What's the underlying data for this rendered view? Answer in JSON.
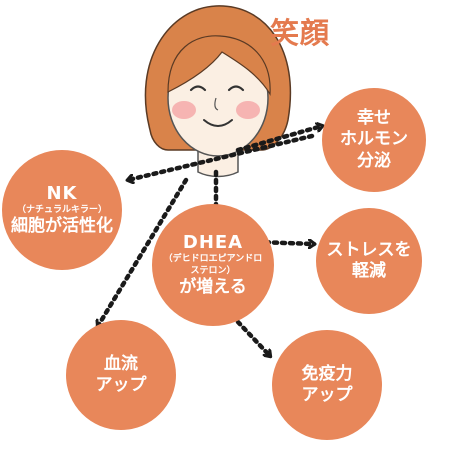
{
  "title": "笑顔",
  "colors": {
    "bubble": "#E8875A",
    "arrow": "#1a1a1a",
    "title": "#E47A4E",
    "hair": "#D9834A",
    "skin": "#FBEFE3",
    "cheek": "#F5A9A9"
  },
  "nodes": {
    "happiness": {
      "line1": "幸せ",
      "line2": "ホルモン",
      "line3": "分泌"
    },
    "nk": {
      "line1": "NK",
      "sub": "（ナチュラルキラー）",
      "line2": "細胞が活性化"
    },
    "dhea": {
      "line1": "DHEA",
      "sub1": "（デヒドロエピアンドロ",
      "sub2": "ステロン）",
      "line2": "が増える"
    },
    "stress": {
      "line1": "ストレスを",
      "line2": "軽減"
    },
    "blood": {
      "line1": "血流",
      "line2": "アップ"
    },
    "immunity": {
      "line1": "免疫力",
      "line2": "アップ"
    }
  },
  "icons": {
    "face": "smiling-face-illustration"
  }
}
